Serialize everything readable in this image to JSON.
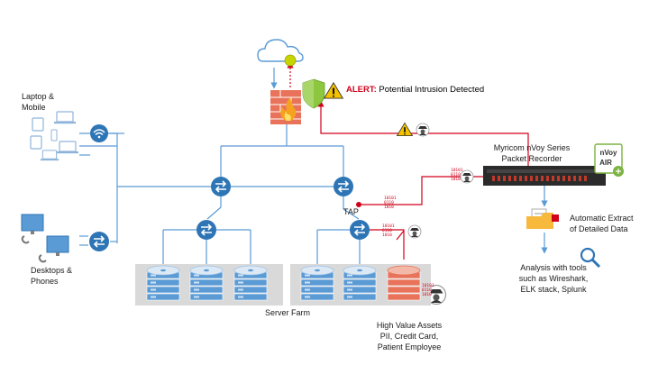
{
  "labels": {
    "laptop_mobile": "Laptop &\nMobile",
    "desktops_phones": "Desktops &\nPhones",
    "server_farm": "Server Farm",
    "tap": "TAP",
    "high_value": "High Value Assets\nPII, Credit Card,\nPatient Employee",
    "recorder": "Myricom nVoy Series\nPacket Recorder",
    "auto_extract": "Automatic Extract\nof Detailed Data",
    "analysis": "Analysis with tools\nsuch as Wireshark,\nELK stack, Splunk",
    "alert_word": "ALERT:",
    "alert_text": " Potential Intrusion Detected",
    "nvoy_badge_line1": "nVoy",
    "nvoy_badge_line2": "AIR",
    "binary": "10101\n0110\n1010"
  },
  "colors": {
    "line": "#5a9bd5",
    "alert": "#d0021b",
    "switch": "#2e75b6",
    "server_blue": "#5b9bd5",
    "server_red": "#e8735a",
    "farm_bg": "#d9d9d9",
    "firewall": "#e8735a",
    "shield": "#8dc63f"
  }
}
